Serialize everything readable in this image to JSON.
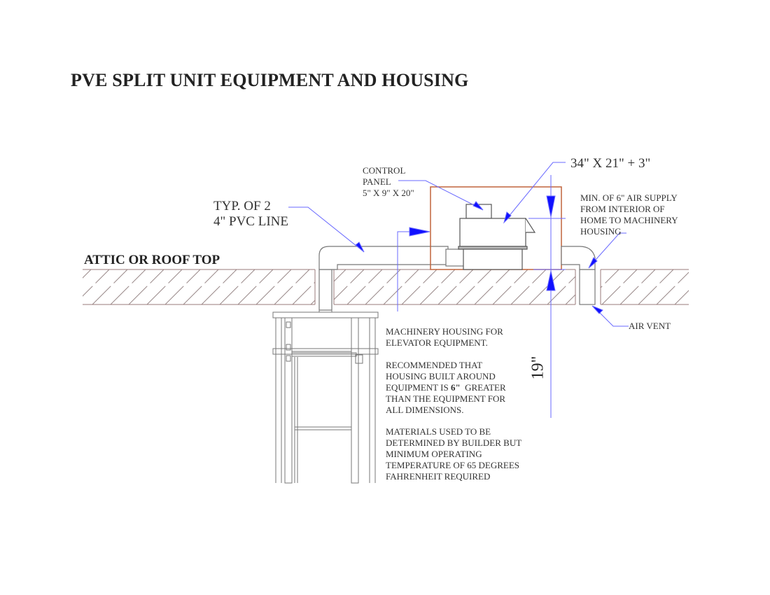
{
  "title": "PVE SPLIT UNIT EQUIPMENT AND HOUSING",
  "labels": {
    "roof": "ATTIC OR ROOF TOP",
    "pvc_line1": "TYP. OF 2",
    "pvc_line2": "4\" PVC LINE",
    "control_panel1": "CONTROL",
    "control_panel2": "PANEL",
    "control_panel3": "5\" X 9\" X 20\"",
    "equipment_dim": "34\" X 21\" + 3\"",
    "air_supply1": "MIN. OF 6\" AIR SUPPLY",
    "air_supply2": "FROM INTERIOR OF",
    "air_supply3": "HOME TO MACHINERY",
    "air_supply4": "HOUSING",
    "air_vent": "AIR VENT",
    "height_dim": "19\""
  },
  "notes": {
    "n1_l1": "MACHINERY HOUSING FOR",
    "n1_l2": "ELEVATOR EQUIPMENT.",
    "n2_l1": "RECOMMENDED THAT",
    "n2_l2": "HOUSING BUILT AROUND",
    "n2_l3a": "EQUIPMENT IS ",
    "n2_l3b": "6\"",
    "n2_l3c": "  GREATER",
    "n2_l4": "THAN THE EQUIPMENT FOR",
    "n2_l5": "ALL DIMENSIONS.",
    "n3_l1": "MATERIALS USED TO BE",
    "n3_l2": "DETERMINED BY BUILDER BUT",
    "n3_l3": "MINIMUM OPERATING",
    "n3_l4": "TEMPERATURE OF 65 DEGREES",
    "n3_l5": "FAHRENHEIT REQUIRED"
  },
  "colors": {
    "leader": "#1a1aff",
    "housing": "#c0643c",
    "hatch": "#8a7070",
    "line": "#666666"
  }
}
